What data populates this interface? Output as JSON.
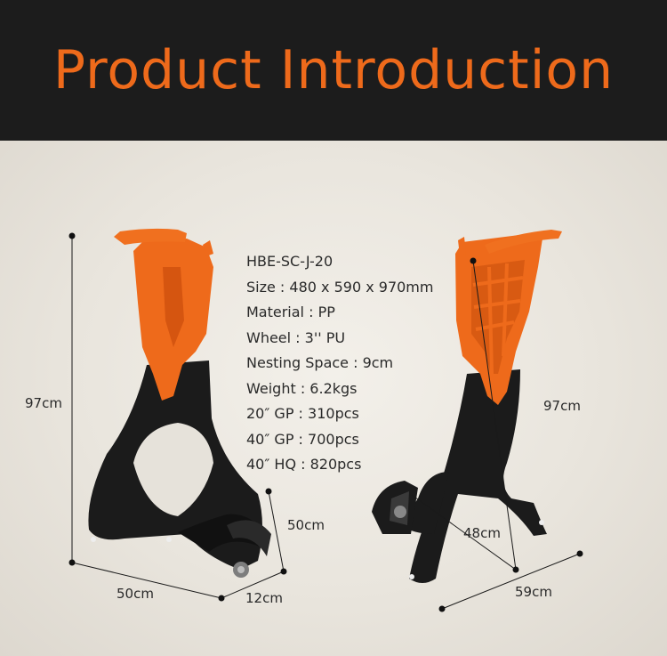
{
  "header": {
    "title": "Product Introduction"
  },
  "specs": [
    "HBE-SC-J-20",
    "Size : 480 x 590 x 970mm",
    "Material : PP",
    "Wheel : 3'' PU",
    "Nesting Space : 9cm",
    "Weight : 6.2kgs",
    "20″ GP : 310pcs",
    "40″ GP : 700pcs",
    "40″ HQ : 820pcs"
  ],
  "dimensions": {
    "left_height": "97cm",
    "left_depth": "50cm",
    "left_width": "50cm",
    "left_nesting": "12cm",
    "right_height": "97cm",
    "right_depth": "48cm",
    "right_width": "59cm"
  },
  "colors": {
    "accent": "#ee6a1b",
    "dark": "#1c1c1c",
    "body": "#1a1a1a"
  }
}
